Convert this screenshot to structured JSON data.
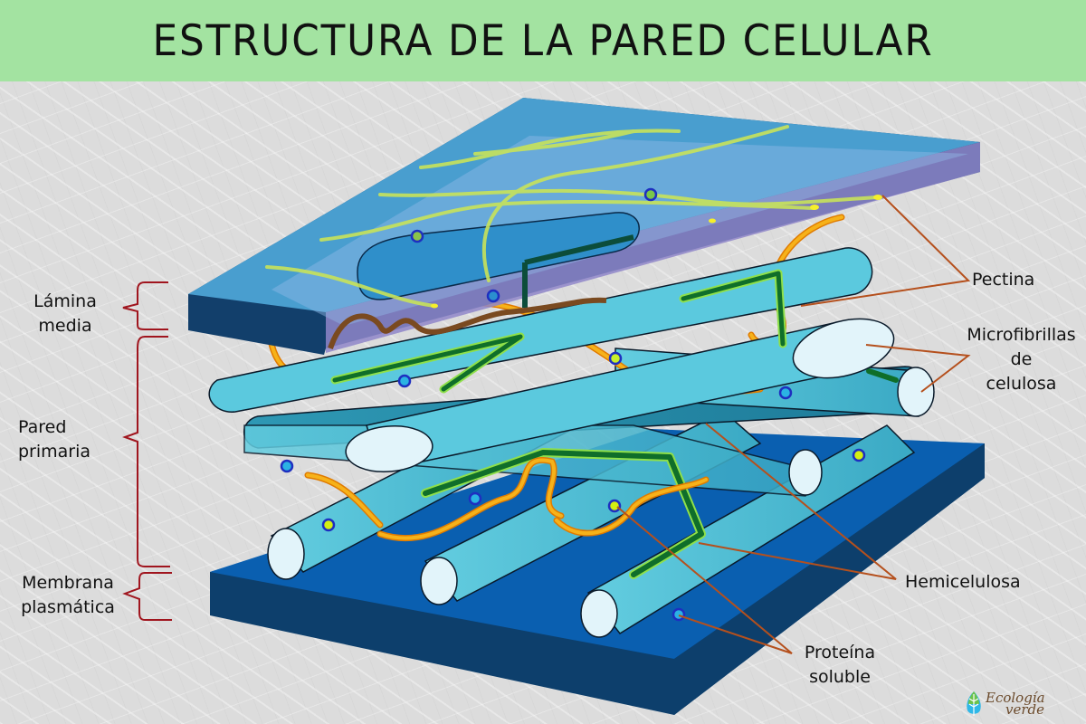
{
  "title": "ESTRUCTURA DE LA PARED CELULAR",
  "left_labels": [
    {
      "id": "lamina-media",
      "lines": [
        "Lámina",
        "media"
      ]
    },
    {
      "id": "pared-primaria",
      "lines": [
        "Pared",
        "primaria"
      ]
    },
    {
      "id": "membrana-plasmatica",
      "lines": [
        "Membrana",
        "plasmática"
      ]
    }
  ],
  "right_labels": [
    {
      "id": "pectina",
      "lines": [
        "Pectina"
      ]
    },
    {
      "id": "microfibrillas",
      "lines": [
        "Microfibrillas",
        "de",
        "celulosa"
      ]
    },
    {
      "id": "hemicelulosa",
      "lines": [
        "Hemicelulosa"
      ]
    },
    {
      "id": "proteina-soluble",
      "lines": [
        "Proteína",
        "soluble"
      ]
    }
  ],
  "logo": {
    "line1": "Ecología",
    "line2": "verde"
  },
  "colors": {
    "header_bg": "#a3e3a1",
    "middle_lamella_top": "#4ea6d8",
    "middle_lamella_side": "#123f6b",
    "pectin_strand": "#c8e35a",
    "microfibril": "#5bc9de",
    "microfibril_end": "#e2f4fa",
    "hemicellulose": "#0f6e2a",
    "pectin_loop": "#f2a20c",
    "membrane_top": "#0a5fb0",
    "membrane_side": "#0d3f6c",
    "bracket": "#a0151e",
    "leader_line": "#b5501d",
    "protein_ring": "#1e2fc0"
  }
}
